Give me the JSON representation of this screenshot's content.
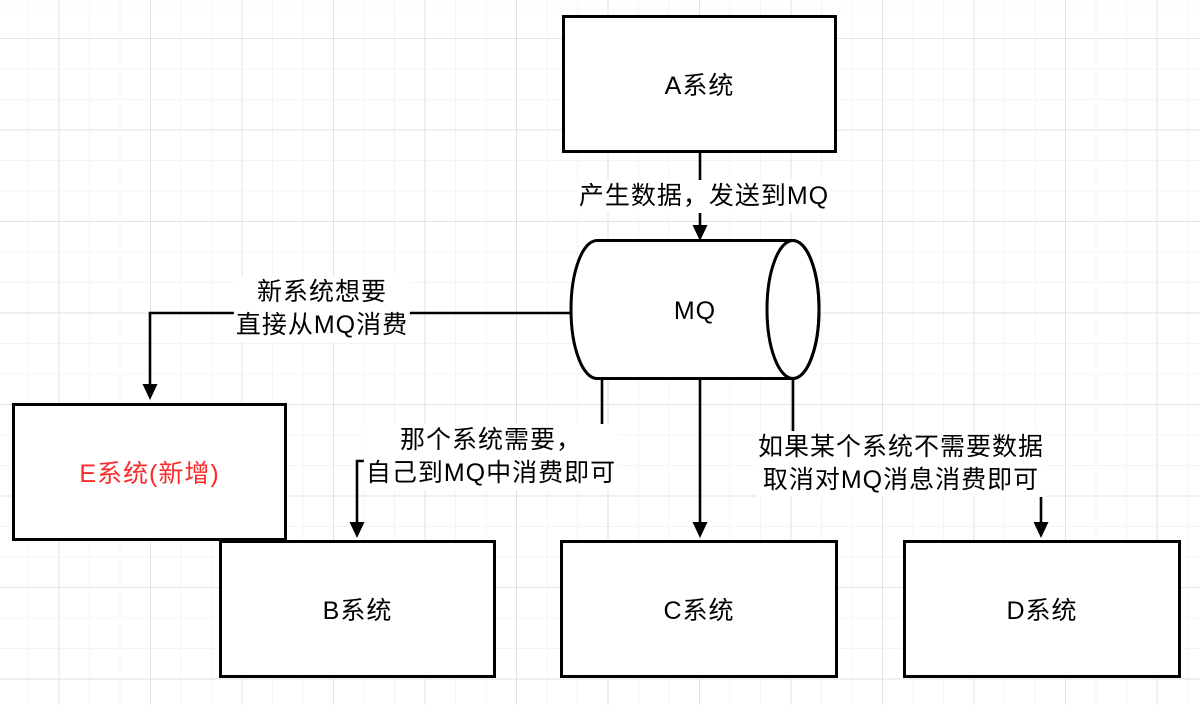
{
  "diagram": {
    "nodes": {
      "a": {
        "label": "A系统"
      },
      "mq": {
        "label": "MQ"
      },
      "e": {
        "label": "E系统(新增)"
      },
      "b": {
        "label": "B系统"
      },
      "c": {
        "label": "C系统"
      },
      "d": {
        "label": "D系统"
      }
    },
    "edge_labels": {
      "a_to_mq": "产生数据，发送到MQ",
      "mq_to_e": {
        "line1": "新系统想要",
        "line2": "直接从MQ消费"
      },
      "mq_to_b": {
        "line1": "那个系统需要，",
        "line2": "自己到MQ中消费即可"
      },
      "mq_to_d": {
        "line1": "如果某个系统不需要数据",
        "line2": "取消对MQ消息消费即可"
      }
    },
    "colors": {
      "line": "#000000",
      "node_border": "#000000",
      "node_fill": "#ffffff",
      "node_text": "#000000",
      "highlight_text": "#fb2b2b",
      "grid_major": "#e2e2e2",
      "grid_minor": "#f4f4f4",
      "background": "#ffffff"
    }
  }
}
